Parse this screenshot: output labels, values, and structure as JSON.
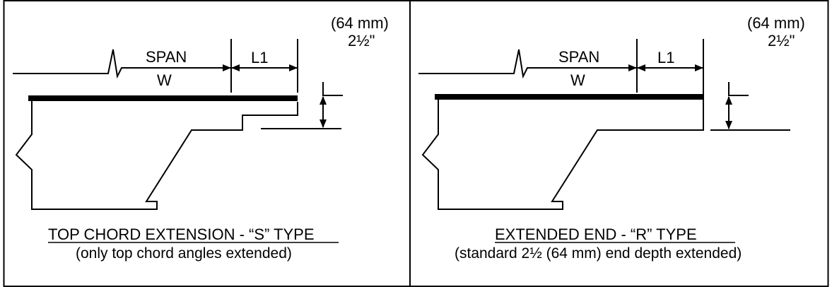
{
  "panels": [
    {
      "span_label": "SPAN",
      "w_label": "W",
      "l1_label": "L1",
      "metric_label": "(64 mm)",
      "imperial_label": "2½\"",
      "title": "TOP CHORD EXTENSION - “S” TYPE",
      "subtitle": "(only top chord angles extended)"
    },
    {
      "span_label": "SPAN",
      "w_label": "W",
      "l1_label": "L1",
      "metric_label": "(64 mm)",
      "imperial_label": "2½\"",
      "title": "EXTENDED END - “R” TYPE",
      "subtitle": "(standard 2½ (64 mm) end depth extended)"
    }
  ]
}
